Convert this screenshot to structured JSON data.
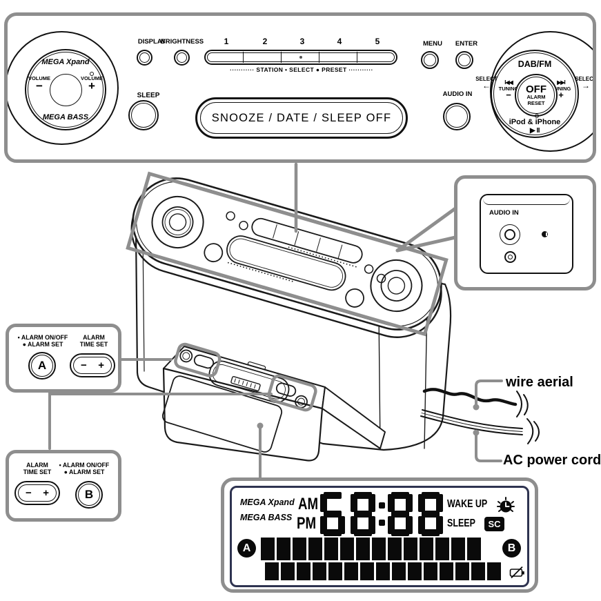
{
  "colors": {
    "line": "#1a1a1a",
    "callout_gray": "#8e8e8e",
    "lcd_border": "#2e3350"
  },
  "top_panel": {
    "volume_knob": {
      "label_top": "MEGA Xpand",
      "label_bottom": "MEGA BASS",
      "volume_left": "VOLUME",
      "minus": "−",
      "volume_right": "VOLUME",
      "plus": "+"
    },
    "display_label": "DISPLAY",
    "brightness_label": "BRIGHTNESS",
    "sleep_label": "SLEEP",
    "presets": {
      "numbers": [
        "1",
        "2",
        "3",
        "4",
        "5"
      ],
      "caption": "··········· STATION • SELECT ● PRESET ···········"
    },
    "snooze_label": "SNOOZE / DATE / SLEEP OFF",
    "menu_label": "MENU",
    "enter_label": "ENTER",
    "audio_in_label": "AUDIO IN",
    "jog": {
      "band": "DAB/FM",
      "skip_back": "I◀◀",
      "skip_fwd": "▶▶I",
      "tuning": "TUNING",
      "minus": "−",
      "plus": "+",
      "select": "SELECT",
      "arrow_left": "←",
      "arrow_right": "→",
      "off": "OFF",
      "alarm": "ALARM",
      "reset": "RESET",
      "ipod": "iPod & iPhone",
      "play_pause": "▶ II"
    }
  },
  "alarm_a": {
    "onoff": "• ALARM ON/OFF",
    "set": "● ALARM SET",
    "letter": "A",
    "time1": "ALARM",
    "time2": "TIME SET",
    "minus": "−",
    "plus": "+"
  },
  "alarm_b": {
    "onoff": "• ALARM ON/OFF",
    "set": "● ALARM SET",
    "letter": "B",
    "time1": "ALARM",
    "time2": "TIME SET",
    "minus": "−",
    "plus": "+"
  },
  "audio_in_callout": {
    "label": "AUDIO IN"
  },
  "lcd": {
    "mega1": "MEGA Xpand",
    "mega2": "MEGA BASS",
    "am": "AM",
    "pm": "PM",
    "time": "88:88",
    "digits": [
      [
        "t",
        "tl",
        "m",
        "bl",
        "br",
        "b"
      ],
      [
        "t",
        "tl",
        "tr",
        "m",
        "bl",
        "br",
        "b"
      ],
      [
        "t",
        "tl",
        "tr",
        "m",
        "bl",
        "br",
        "b"
      ],
      [
        "t",
        "tl",
        "tr",
        "m",
        "bl",
        "br",
        "b"
      ]
    ],
    "wake_up": "WAKE UP",
    "sleep": "SLEEP",
    "sc": "SC",
    "a": "A",
    "b": "B",
    "blocks_row1": 14,
    "blocks_row2": 15,
    "icons": {
      "wake": "alarm-clock-icon",
      "battery": "battery-crossed-icon"
    }
  },
  "labels": {
    "wire_aerial": "wire aerial",
    "ac_power_cord": "AC power cord"
  }
}
